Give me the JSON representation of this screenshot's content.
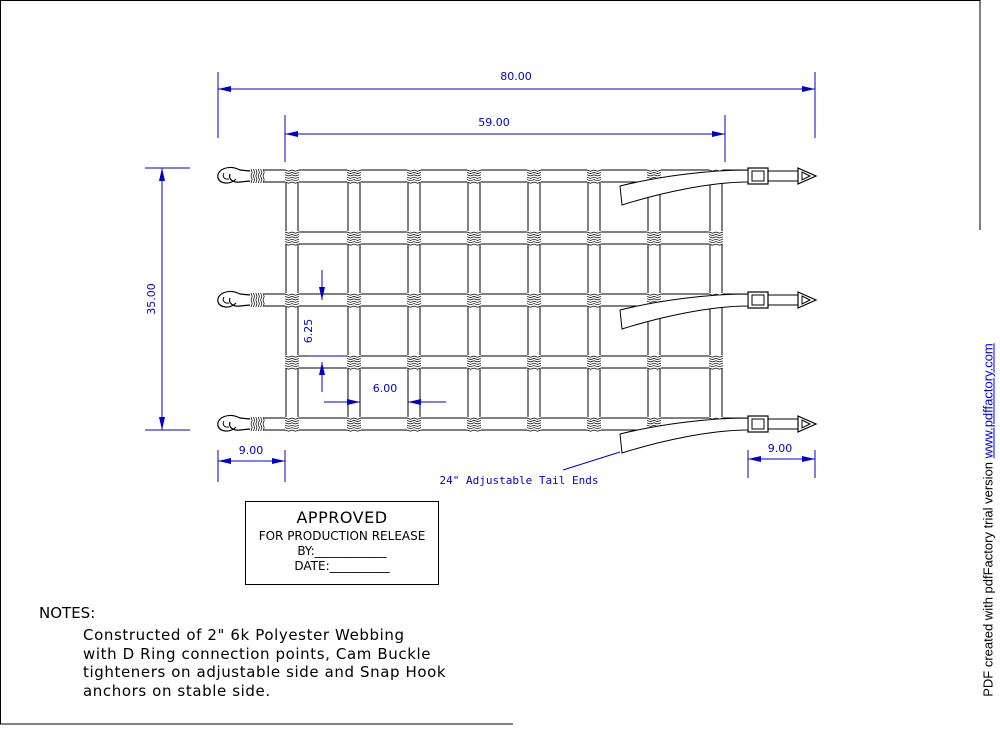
{
  "colors": {
    "dimension": "#0000cc",
    "outline": "#000000"
  },
  "dimensions": {
    "overall_length": "80.00",
    "grid_length": "59.00",
    "height": "35.00",
    "row_spacing": "6.25",
    "column_spacing": "6.00",
    "left_end": "9.00",
    "right_end": "9.00"
  },
  "annotation": {
    "tail_ends": "24\" Adjustable Tail Ends"
  },
  "approval_box": {
    "title": "APPROVED",
    "subtitle": "FOR PRODUCTION RELEASE",
    "by_line": "BY:____________",
    "date_line": "DATE:__________"
  },
  "notes": {
    "heading": "NOTES:",
    "lines": [
      "Constructed of 2\" 6k Polyester Webbing",
      "with D Ring connection points, Cam Buckle",
      "tighteners on adjustable side and Snap Hook",
      "anchors on stable side."
    ]
  },
  "watermark": {
    "prefix": "PDF created with pdfFactory trial version ",
    "link": "www.pdffactory.com"
  }
}
